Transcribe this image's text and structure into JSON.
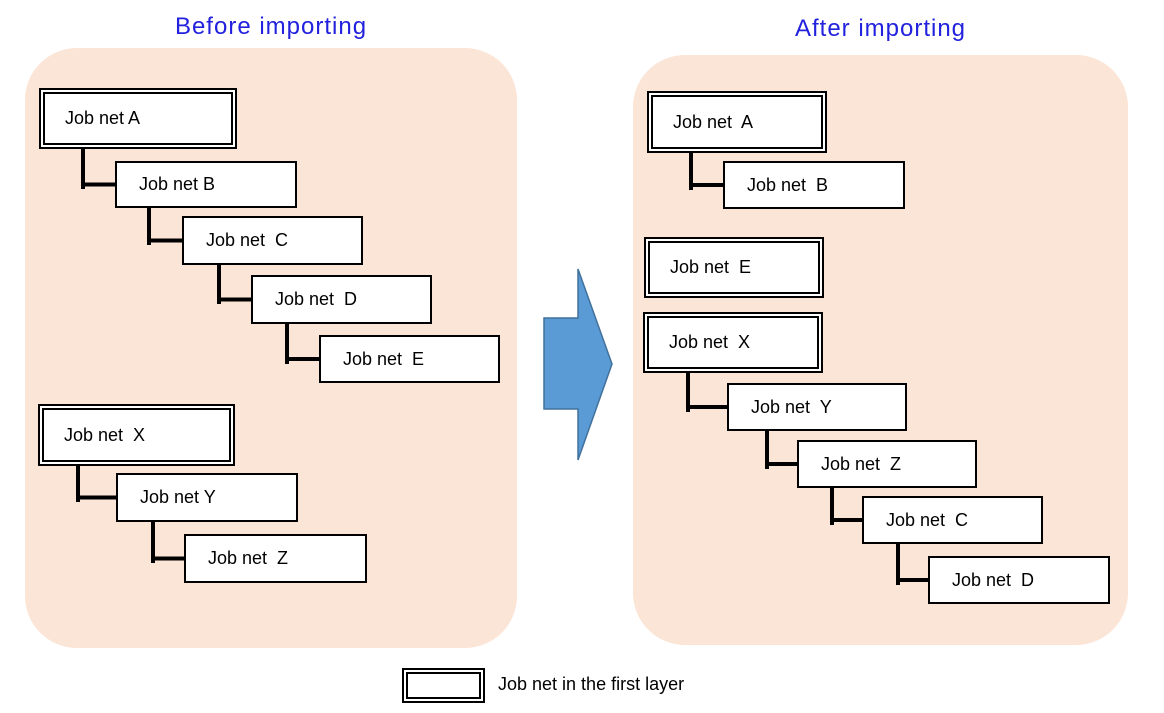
{
  "colors": {
    "panel_bg": "#FBE5D6",
    "title_text": "#2121DE",
    "arrow_fill": "#5B9BD5",
    "arrow_stroke": "#41719C",
    "box_border": "#000000",
    "connector": "#000000"
  },
  "before": {
    "title": "Before importing",
    "boxes": {
      "a": "Job net A",
      "b": "Job net B",
      "c": "Job net  C",
      "d": "Job net  D",
      "e": "Job net  E",
      "x": "Job net  X",
      "y": "Job net Y",
      "z": "Job net  Z"
    }
  },
  "after": {
    "title": "After importing",
    "boxes": {
      "a": "Job net  A",
      "b": "Job net  B",
      "e": "Job net  E",
      "x": "Job net  X",
      "y": "Job net  Y",
      "z": "Job net  Z",
      "c": "Job net  C",
      "d": "Job net  D"
    }
  },
  "legend": {
    "label": "Job net in the first layer"
  }
}
